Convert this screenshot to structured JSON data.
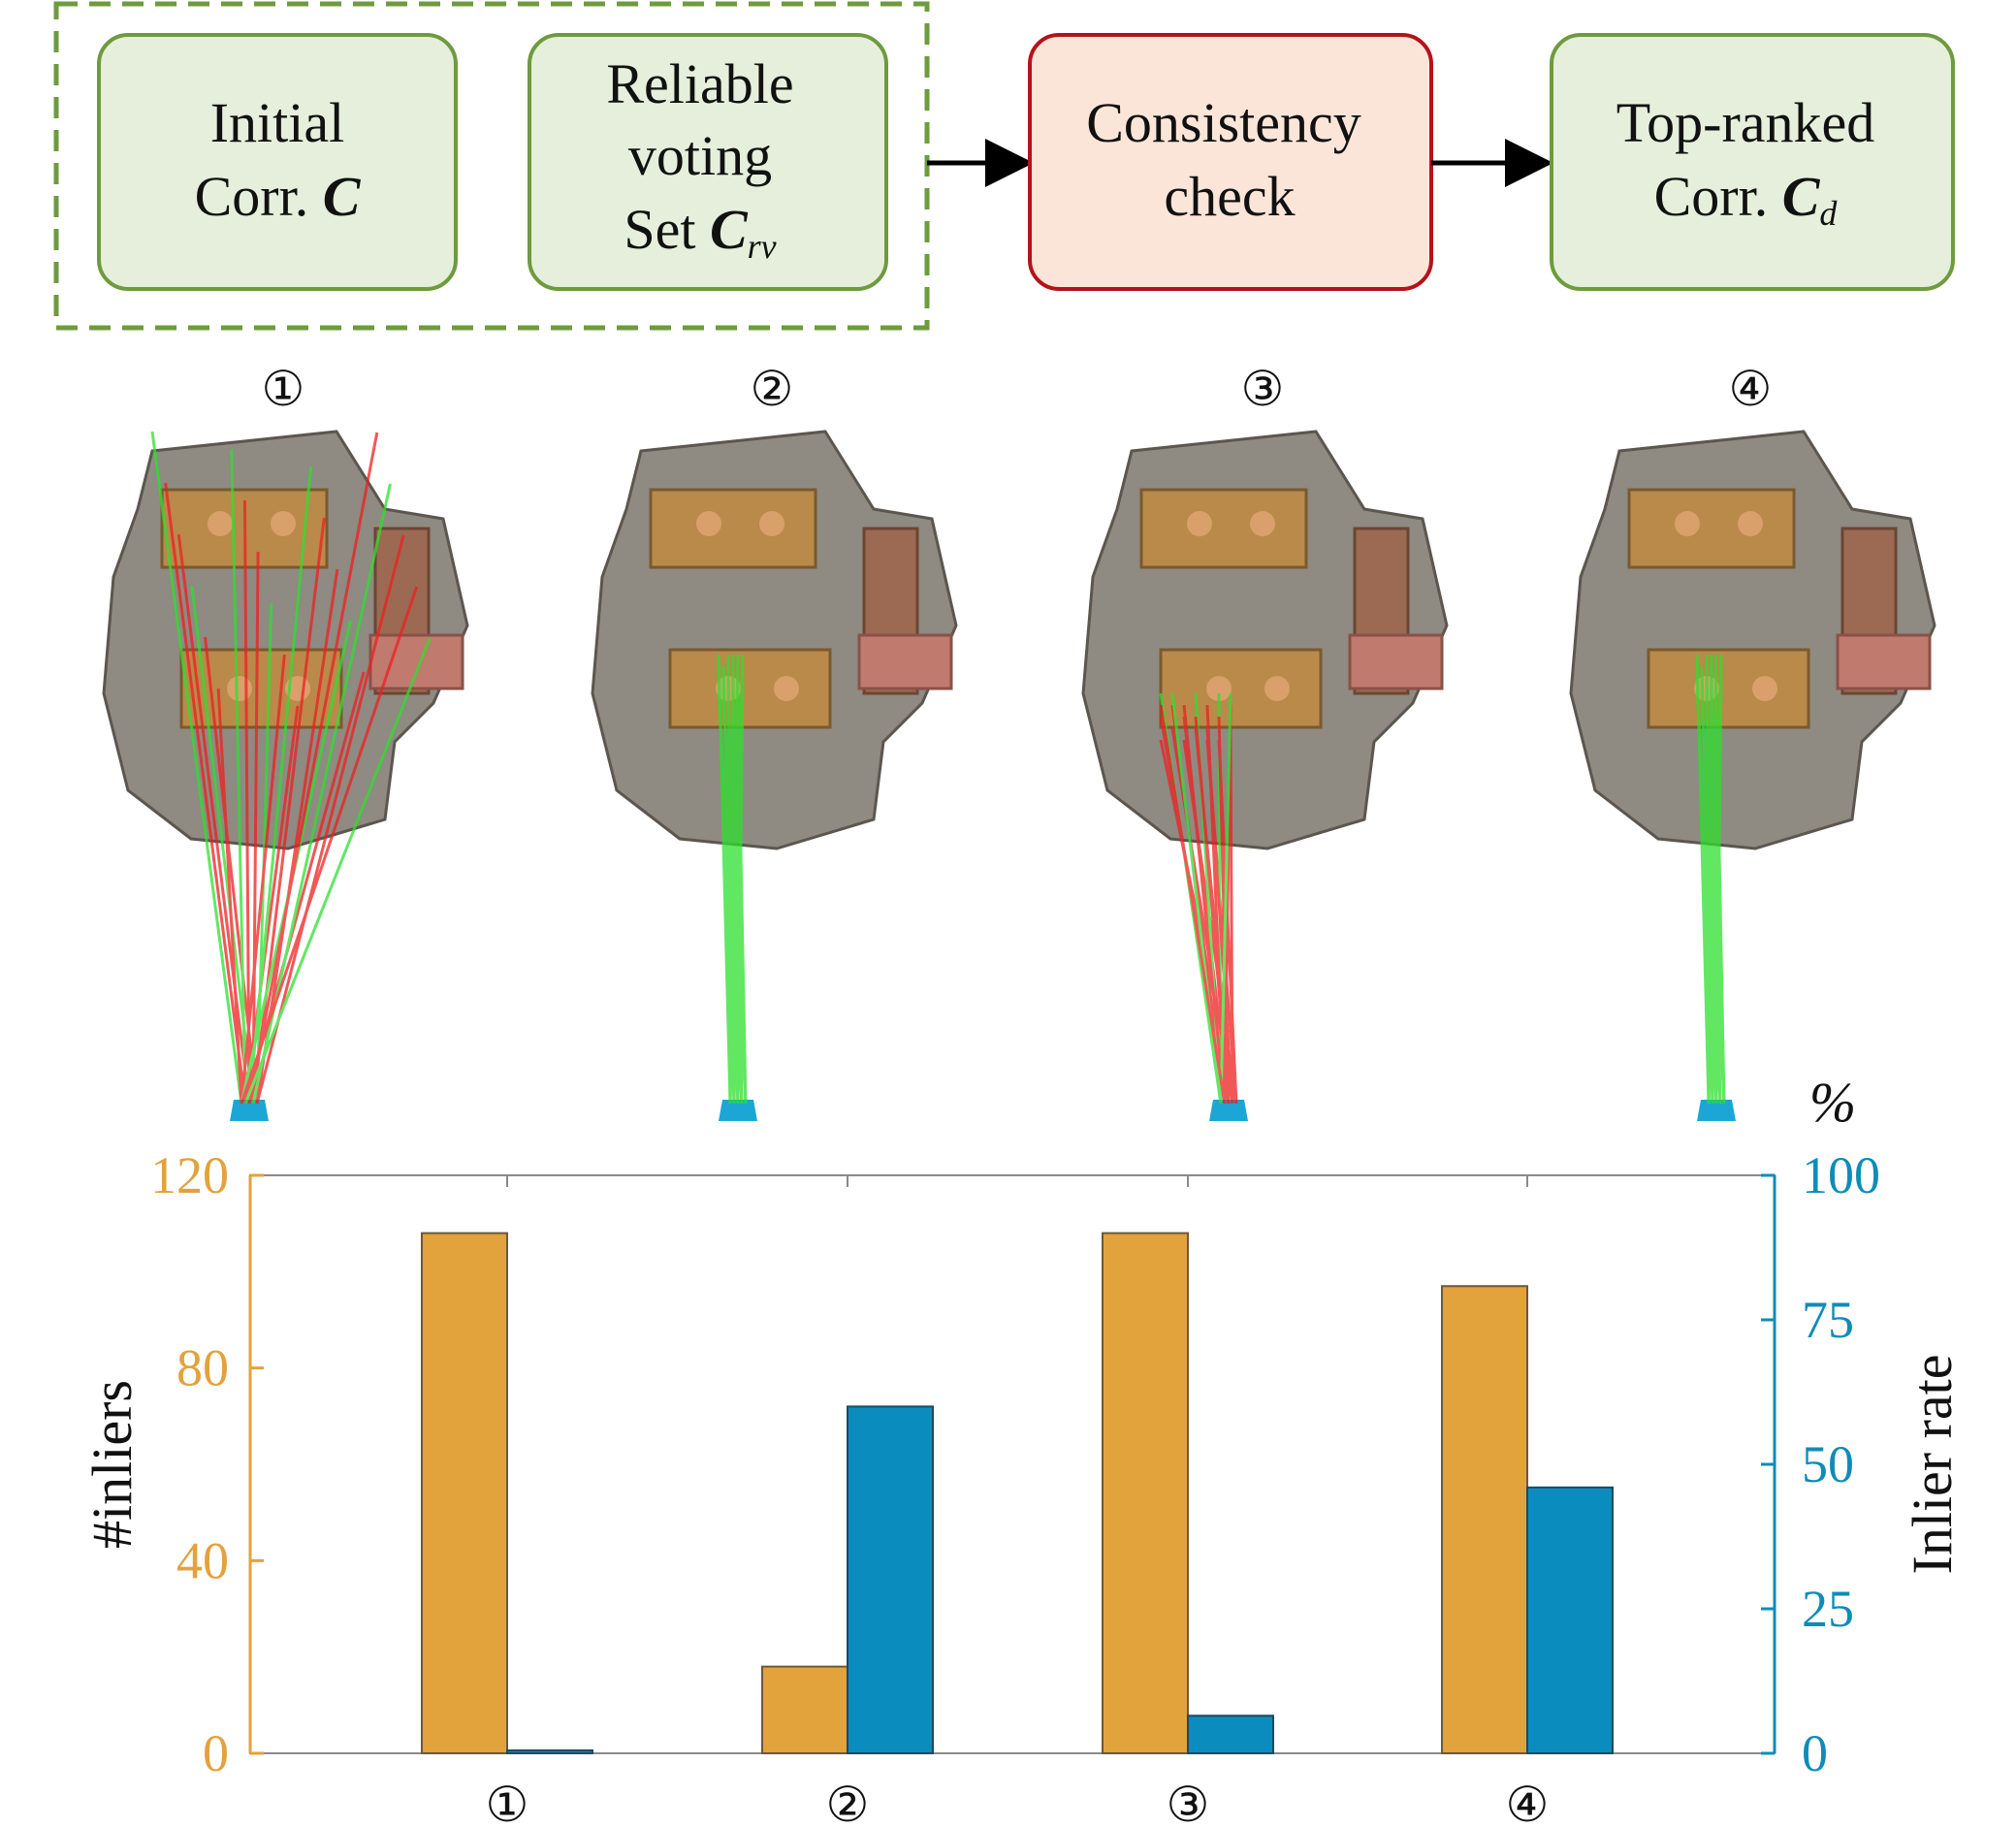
{
  "pipeline": {
    "initial_corr": {
      "line1": "Initial",
      "line2": "Corr. ",
      "symbol": "C"
    },
    "reliable_voting": {
      "line1": "Reliable",
      "line2": "voting",
      "line3": "Set ",
      "symbol": "C",
      "subscript": "rv"
    },
    "consistency_check": {
      "line1": "Consistency",
      "line2": "check"
    },
    "top_ranked": {
      "line1": "Top-ranked",
      "line2": "Corr. ",
      "symbol": "C",
      "subscript": "d"
    },
    "colors": {
      "green_fill": "#E6EFDB",
      "green_border": "#6E9B3E",
      "red_fill": "#FBE5D9",
      "red_border": "#B5121B",
      "dashed": "#6E9B3E"
    }
  },
  "steps": [
    {
      "label": "①",
      "correspondences": "mixed"
    },
    {
      "label": "②",
      "correspondences": "inliers"
    },
    {
      "label": "③",
      "correspondences": "mostly-outliers"
    },
    {
      "label": "④",
      "correspondences": "inliers"
    }
  ],
  "chart_data": {
    "type": "bar",
    "categories": [
      "①",
      "②",
      "③",
      "④"
    ],
    "series": [
      {
        "name": "#inliers",
        "axis": "left",
        "color": "#E2A23C",
        "values": [
          108,
          18,
          108,
          97
        ]
      },
      {
        "name": "Inlier rate",
        "axis": "right",
        "color": "#0B8CBE",
        "values": [
          0.5,
          60,
          6.5,
          46
        ]
      }
    ],
    "left_axis": {
      "label": "#inliers",
      "ylim": [
        0,
        120
      ],
      "ticks": [
        "0",
        "40",
        "80",
        "120"
      ]
    },
    "right_axis": {
      "label": "Inlier rate",
      "unit": "%",
      "ylim": [
        0,
        100
      ],
      "ticks": [
        "0",
        "25",
        "50",
        "75",
        "100"
      ]
    },
    "left_color": "#E2A23C",
    "right_color": "#0E8CB8"
  }
}
